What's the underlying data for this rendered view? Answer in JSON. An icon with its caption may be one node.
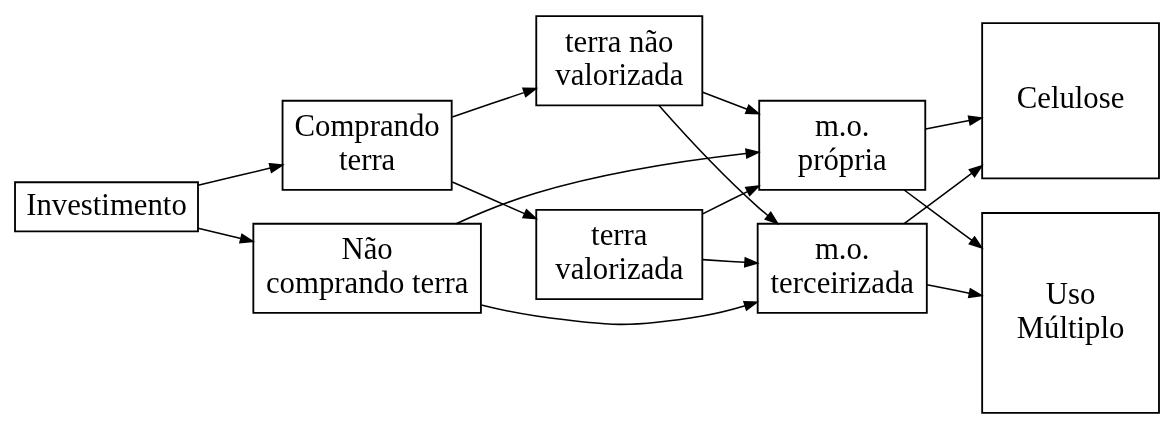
{
  "diagram": {
    "nodes": [
      {
        "text": [
          "Investimento"
        ]
      },
      {
        "text": [
          "Comprando terra"
        ]
      },
      {
        "text": [
          "Não comprando terra"
        ]
      },
      {
        "text": [
          "terra não valorizada"
        ]
      },
      {
        "text": [
          "terra valorizada"
        ]
      },
      {
        "text": [
          "m.o. própria"
        ]
      },
      {
        "text": [
          "m.o. terceirizada"
        ]
      },
      {
        "text": [
          "Celulose"
        ]
      },
      {
        "text": [
          "Uso Múltiplo"
        ]
      }
    ],
    "edges": [
      {
        "from": 0,
        "to": 1,
        "arrow": "to"
      },
      {
        "from": 0,
        "to": 2,
        "arrow": "to"
      },
      {
        "from": 1,
        "to": 3,
        "arrow": "to"
      },
      {
        "from": 1,
        "to": 4,
        "arrow": "to"
      },
      {
        "from": 3,
        "to": 5,
        "arrow": "to"
      },
      {
        "from": 3,
        "to": 6,
        "arrow": "to"
      },
      {
        "from": 4,
        "to": 5,
        "arrow": "to"
      },
      {
        "from": 4,
        "to": 6,
        "arrow": "to"
      },
      {
        "from": 2,
        "to": 5,
        "arrow": "to"
      },
      {
        "from": 2,
        "to": 6,
        "arrow": "to"
      },
      {
        "from": 5,
        "to": 7,
        "arrow": "to"
      },
      {
        "from": 5,
        "to": 8,
        "arrow": "to"
      },
      {
        "from": 6,
        "to": 7,
        "arrow": "to"
      },
      {
        "from": 6,
        "to": 8,
        "arrow": "to"
      }
    ]
  }
}
